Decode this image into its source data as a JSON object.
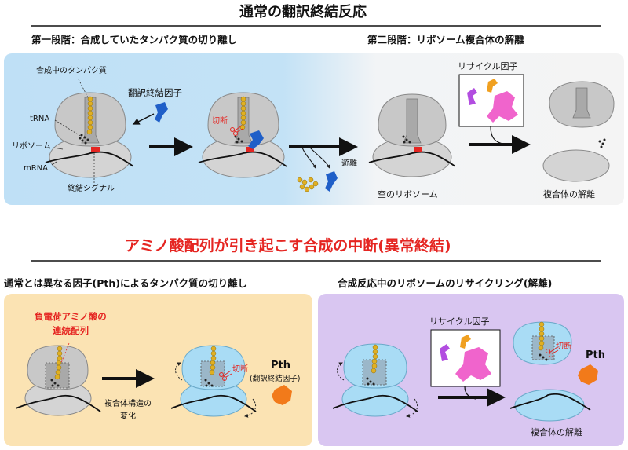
{
  "top": {
    "title": "通常の翻訳終結反応",
    "step1": "第一段階：合成していたタンパク質の切り離し",
    "step2": "第二段階：リボソーム複合体の解離",
    "labels": {
      "nascent_protein": "合成中のタンパク質",
      "release_factor": "翻訳終結因子",
      "trna": "tRNA",
      "ribosome": "リボソーム",
      "mrna": "mRNA",
      "stop_signal": "終結シグナル",
      "cleave": "切断",
      "release": "遊離",
      "empty_ribosome": "空のリボソーム",
      "recycling_factor": "リサイクル因子",
      "dissociation": "複合体の解離"
    }
  },
  "bottom": {
    "title": "アミノ酸配列が引き起こす合成の中断(異常終結)",
    "left_heading": "通常とは異なる因子(Pth)によるタンパク質の切り離し",
    "right_heading": "合成反応中のリボソームのリサイクリング(解離)",
    "labels": {
      "neg_amino": "負電荷アミノ酸の",
      "continuous": "連続配列",
      "structure_change_1": "複合体構造の",
      "structure_change_2": "変化",
      "cleave": "切断",
      "pth": "Pth",
      "pth_note": "(翻訳終結因子)",
      "recycling_factor": "リサイクル因子",
      "dissociation": "複合体の解離"
    }
  },
  "colors": {
    "red": "#e52521",
    "top_panel_blue": "#bfe0f6",
    "bottom_left_panel": "#fbe3b3",
    "bottom_right_panel": "#d9c6f1",
    "ribosome_gray": "#c8c8c8",
    "ribosome_blue": "#a9dcf5",
    "release_factor": "#1f5fc8",
    "recycling_magenta": "#f064cc",
    "recycling_purple": "#b24de0",
    "recycling_orange": "#f0a020",
    "pth_orange": "#f27a1a",
    "protein_bead": "#e0b022"
  }
}
